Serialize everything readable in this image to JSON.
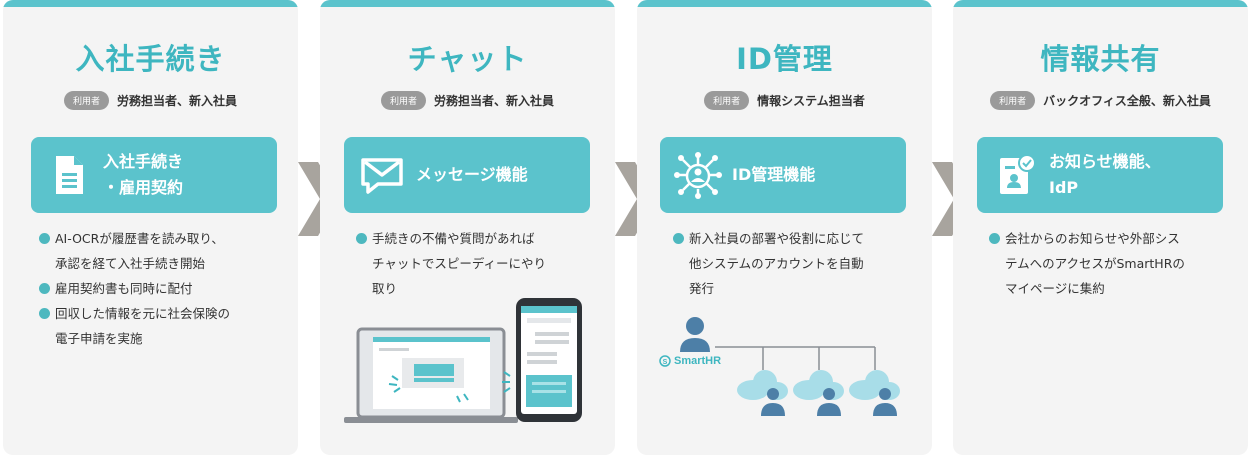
{
  "colors": {
    "accent": "#5bc3cc",
    "title": "#3eb6c0",
    "bullet": "#4db8bf",
    "arrow": "#a8a49e",
    "card": "#f4f4f4",
    "tag": "#9a9a9a"
  },
  "user_tag": "利用者",
  "steps": [
    {
      "title": "入社手続き",
      "users": "労務担当者、新入社員",
      "feature": [
        "入社手続き",
        "・雇用契約"
      ],
      "icon": "document-icon",
      "bullets": [
        [
          "AI-OCRが履歴書を読み取り、",
          "承認を経て入社手続き開始"
        ],
        [
          "雇用契約書も同時に配付"
        ],
        [
          "回収した情報を元に社会保険の",
          "電子申請を実施"
        ]
      ]
    },
    {
      "title": "チャット",
      "users": "労務担当者、新入社員",
      "feature": [
        "メッセージ機能"
      ],
      "icon": "message-icon",
      "bullets": [
        [
          "手続きの不備や質問があれば",
          "チャットでスピーディーにやり",
          "取り"
        ]
      ]
    },
    {
      "title": "ID管理",
      "users": "情報システム担当者",
      "feature": [
        "ID管理機能"
      ],
      "icon": "network-user-icon",
      "bullets": [
        [
          "新入社員の部署や役割に応じて",
          "他システムのアカウントを自動",
          "発行"
        ]
      ]
    },
    {
      "title": "情報共有",
      "users": "バックオフィス全般、新入社員",
      "feature": [
        "お知らせ機能、",
        "IdP"
      ],
      "icon": "id-card-icon",
      "bullets": [
        [
          "会社からのお知らせや外部シス",
          "テムへのアクセスがSmartHRの",
          "マイページに集約"
        ]
      ]
    }
  ],
  "smarthr_label": "SmartHR"
}
